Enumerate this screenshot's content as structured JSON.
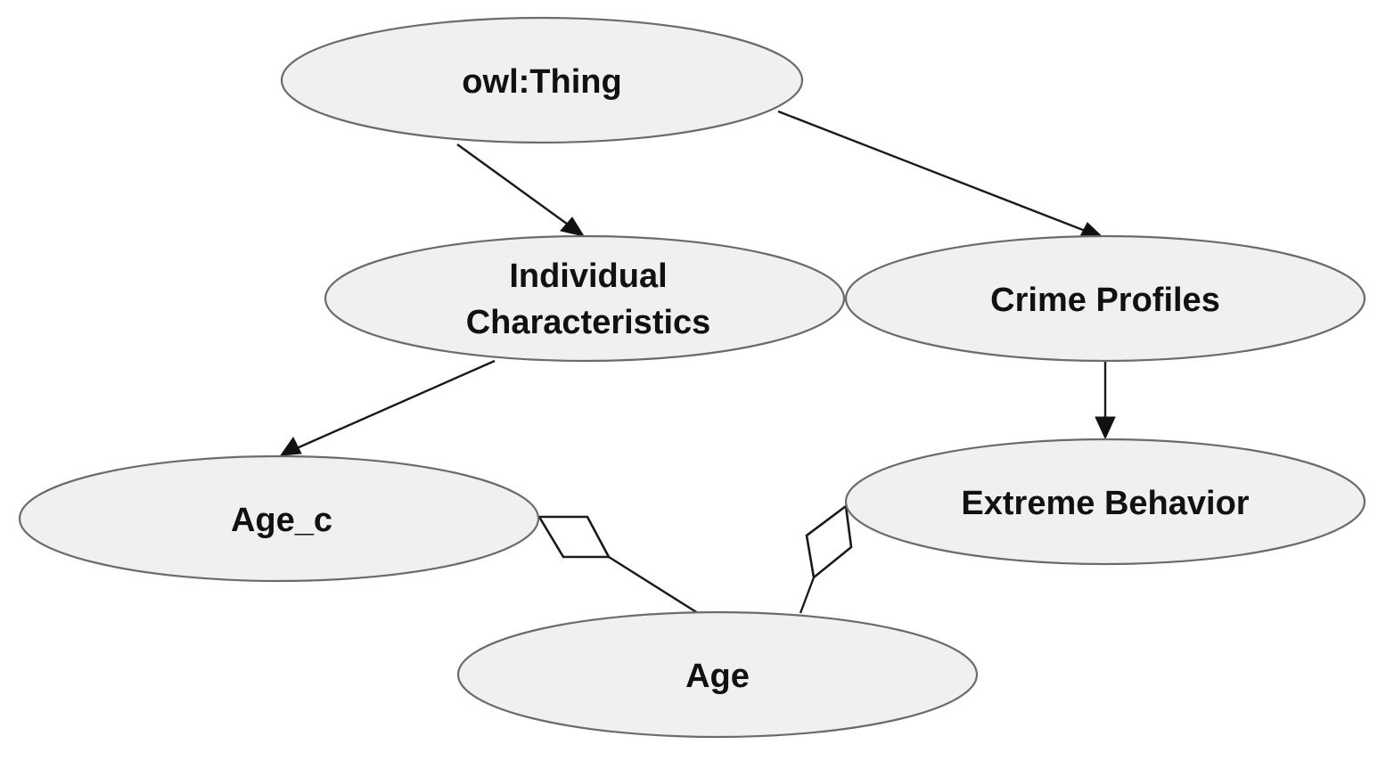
{
  "nodes": {
    "owl_thing": {
      "label": "owl:Thing"
    },
    "individual_characteristics": {
      "label_line1": "Individual",
      "label_line2": "Characteristics"
    },
    "crime_profiles": {
      "label": "Crime Profiles"
    },
    "age_c": {
      "label": "Age_c"
    },
    "extreme_behavior": {
      "label": "Extreme Behavior"
    },
    "age": {
      "label": "Age"
    }
  },
  "edges": [
    {
      "from": "owl:Thing",
      "to": "Individual Characteristics",
      "type": "subclass-arrow"
    },
    {
      "from": "owl:Thing",
      "to": "Crime Profiles",
      "type": "subclass-arrow"
    },
    {
      "from": "Individual Characteristics",
      "to": "Age_c",
      "type": "subclass-arrow"
    },
    {
      "from": "Crime Profiles",
      "to": "Extreme Behavior",
      "type": "subclass-arrow"
    },
    {
      "from": "Age",
      "to": "Age_c",
      "type": "aggregation"
    },
    {
      "from": "Age",
      "to": "Extreme Behavior",
      "type": "aggregation"
    }
  ],
  "colors": {
    "node_fill": "#f0f0f0",
    "node_stroke": "#6b6b6b",
    "edge": "#1a1a1a"
  }
}
